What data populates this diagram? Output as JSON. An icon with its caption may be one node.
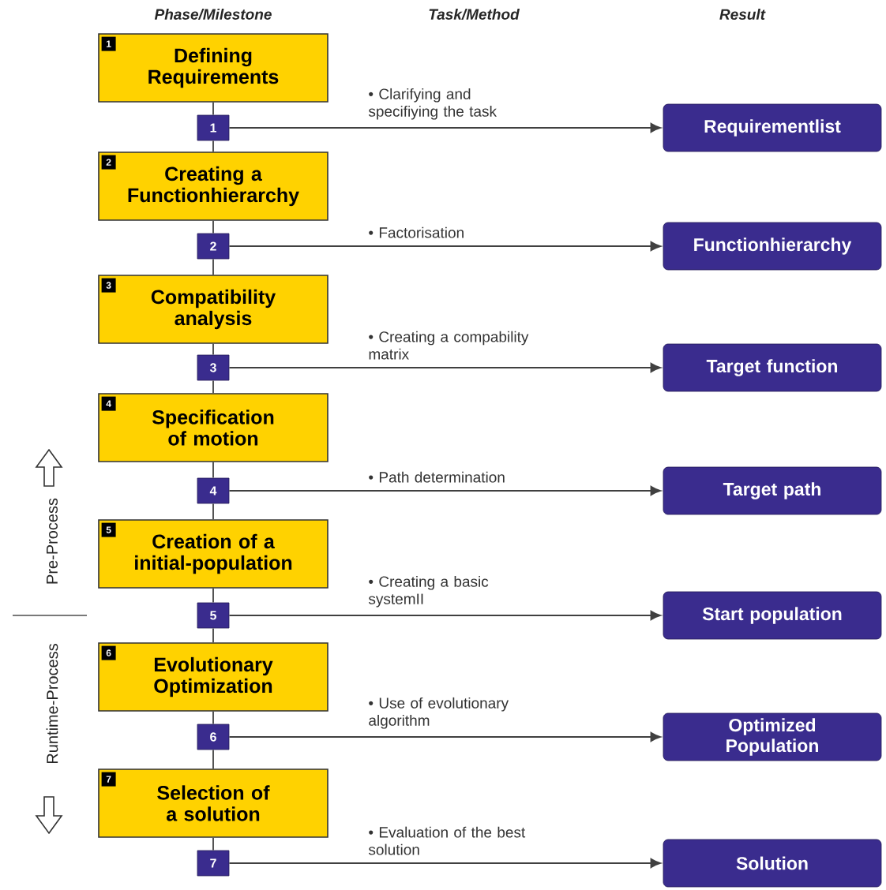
{
  "diagram": {
    "nodes": [
      {
        "text": [
          "1",
          "Defining Requirements"
        ]
      },
      {
        "text": [
          "1"
        ]
      },
      {
        "text": [
          "Requirementlist"
        ]
      },
      {
        "text": [
          "2",
          "Creating a Functionhierarchy"
        ]
      },
      {
        "text": [
          "2"
        ]
      },
      {
        "text": [
          "Functionhierarchy"
        ]
      },
      {
        "text": [
          "3",
          "Compatibility analysis"
        ]
      },
      {
        "text": [
          "3"
        ]
      },
      {
        "text": [
          "Target function"
        ]
      },
      {
        "text": [
          "4",
          "Specification of motion"
        ]
      },
      {
        "text": [
          "4"
        ]
      },
      {
        "text": [
          "Target path"
        ]
      },
      {
        "text": [
          "5",
          "Creation of a initial-population"
        ]
      },
      {
        "text": [
          "5"
        ]
      },
      {
        "text": [
          "Start population"
        ]
      },
      {
        "text": [
          "6",
          "Evolutionary Optimization"
        ]
      },
      {
        "text": [
          "6"
        ]
      },
      {
        "text": [
          "Optimized Population"
        ]
      },
      {
        "text": [
          "7",
          "Selection of a solution"
        ]
      },
      {
        "text": [
          "7"
        ]
      },
      {
        "text": [
          "Solution"
        ]
      }
    ],
    "edges": [
      {
        "from": 0,
        "to": 1,
        "arrow": "none"
      },
      {
        "from": 1,
        "to": 2,
        "arrow": "to",
        "label": "• Clarifying and specifiying the task"
      },
      {
        "from": 1,
        "to": 3,
        "arrow": "none"
      },
      {
        "from": 3,
        "to": 4,
        "arrow": "none"
      },
      {
        "from": 4,
        "to": 5,
        "arrow": "to",
        "label": "• Factorisation"
      },
      {
        "from": 4,
        "to": 6,
        "arrow": "none"
      },
      {
        "from": 6,
        "to": 7,
        "arrow": "none"
      },
      {
        "from": 7,
        "to": 8,
        "arrow": "to",
        "label": "• Creating a compability matrix"
      },
      {
        "from": 7,
        "to": 9,
        "arrow": "none"
      },
      {
        "from": 9,
        "to": 10,
        "arrow": "none"
      },
      {
        "from": 10,
        "to": 11,
        "arrow": "to",
        "label": "• Path determination"
      },
      {
        "from": 10,
        "to": 12,
        "arrow": "none"
      },
      {
        "from": 12,
        "to": 13,
        "arrow": "none"
      },
      {
        "from": 13,
        "to": 14,
        "arrow": "to",
        "label": "• Creating a basic systemII"
      },
      {
        "from": 13,
        "to": 15,
        "arrow": "none"
      },
      {
        "from": 15,
        "to": 16,
        "arrow": "none"
      },
      {
        "from": 16,
        "to": 17,
        "arrow": "to",
        "label": "• Use of evolutionary algorithm"
      },
      {
        "from": 16,
        "to": 18,
        "arrow": "none"
      },
      {
        "from": 18,
        "to": 19,
        "arrow": "none"
      },
      {
        "from": 19,
        "to": 20,
        "arrow": "to",
        "label": "• Evaluation of the best solution"
      }
    ],
    "labels": [
      "Phase/Milestone",
      "Task/Method",
      "Result",
      "Pre-Process",
      "Runtime-Process"
    ]
  }
}
